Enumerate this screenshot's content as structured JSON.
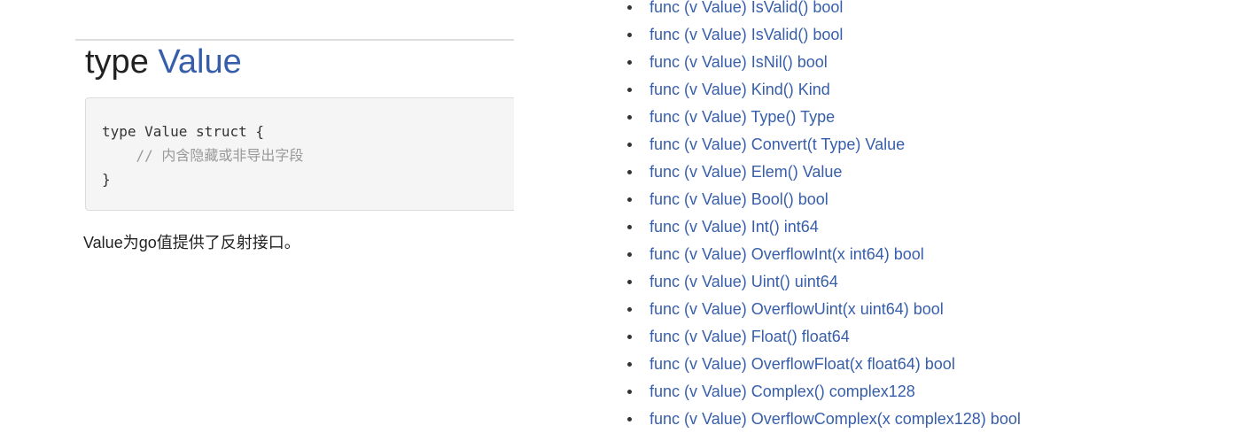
{
  "doc": {
    "heading_keyword": "type",
    "heading_name": "Value",
    "code_lines": [
      {
        "text": "type Value struct {",
        "kind": "code"
      },
      {
        "text": "    // 内含隐藏或非导出字段",
        "kind": "comment"
      },
      {
        "text": "}",
        "kind": "code"
      }
    ],
    "description": "Value为go值提供了反射接口。"
  },
  "methods": [
    "func (v Value) IsValid() bool",
    "func (v Value) IsValid() bool",
    "func (v Value) IsNil() bool",
    "func (v Value) Kind() Kind",
    "func (v Value) Type() Type",
    "func (v Value) Convert(t Type) Value",
    "func (v Value) Elem() Value",
    "func (v Value) Bool() bool",
    "func (v Value) Int() int64",
    "func (v Value) OverflowInt(x int64) bool",
    "func (v Value) Uint() uint64",
    "func (v Value) OverflowUint(x uint64) bool",
    "func (v Value) Float() float64",
    "func (v Value) OverflowFloat(x float64) bool",
    "func (v Value) Complex() complex128",
    "func (v Value) OverflowComplex(x complex128) bool"
  ],
  "colors": {
    "link": "#375eab",
    "text": "#222222",
    "code_background": "#f5f5f5",
    "comment": "#999999"
  }
}
